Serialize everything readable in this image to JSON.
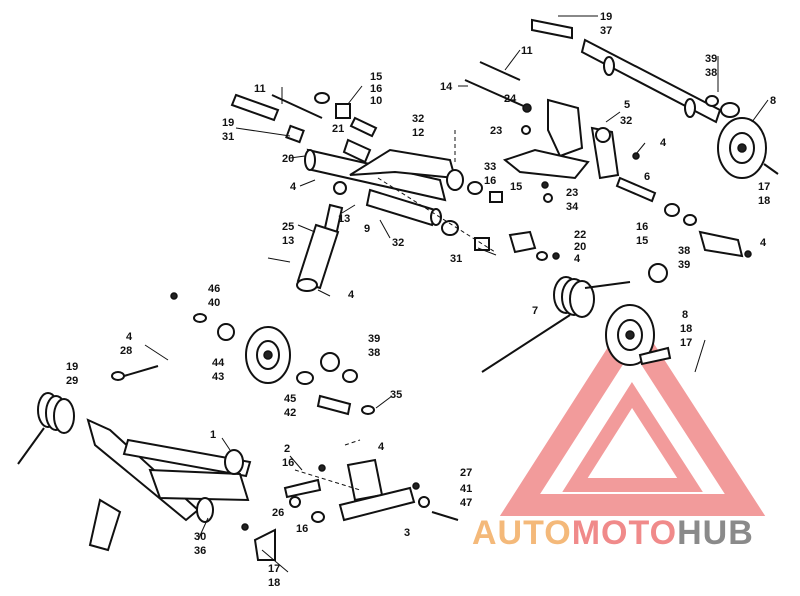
{
  "diagram": {
    "callouts": [
      {
        "id": "c-19-top",
        "text": "19"
      },
      {
        "id": "c-37-top",
        "text": "37"
      },
      {
        "id": "c-11-top",
        "text": "11"
      },
      {
        "id": "c-14",
        "text": "14"
      },
      {
        "id": "c-24",
        "text": "24"
      },
      {
        "id": "c-5",
        "text": "5"
      },
      {
        "id": "c-32-r",
        "text": "32"
      },
      {
        "id": "c-23-a",
        "text": "23"
      },
      {
        "id": "c-39-r",
        "text": "39"
      },
      {
        "id": "c-38-r",
        "text": "38"
      },
      {
        "id": "c-8-r",
        "text": "8"
      },
      {
        "id": "c-4-r",
        "text": "4"
      },
      {
        "id": "c-17-r",
        "text": "17"
      },
      {
        "id": "c-18-r",
        "text": "18"
      },
      {
        "id": "c-6",
        "text": "6"
      },
      {
        "id": "c-33",
        "text": "33"
      },
      {
        "id": "c-23-b",
        "text": "23"
      },
      {
        "id": "c-34",
        "text": "34"
      },
      {
        "id": "c-16-m",
        "text": "16"
      },
      {
        "id": "c-15-m",
        "text": "15"
      },
      {
        "id": "c-15-tl",
        "text": "15"
      },
      {
        "id": "c-16-tl",
        "text": "16"
      },
      {
        "id": "c-10",
        "text": "10"
      },
      {
        "id": "c-11-l",
        "text": "11"
      },
      {
        "id": "c-19-l",
        "text": "19"
      },
      {
        "id": "c-31-l",
        "text": "31"
      },
      {
        "id": "c-21",
        "text": "21"
      },
      {
        "id": "c-20-l",
        "text": "20"
      },
      {
        "id": "c-32-c",
        "text": "32"
      },
      {
        "id": "c-12",
        "text": "12"
      },
      {
        "id": "c-4-l",
        "text": "4"
      },
      {
        "id": "c-13-a",
        "text": "13"
      },
      {
        "id": "c-9",
        "text": "9"
      },
      {
        "id": "c-32-b",
        "text": "32"
      },
      {
        "id": "c-25",
        "text": "25"
      },
      {
        "id": "c-13-b",
        "text": "13"
      },
      {
        "id": "c-4-c",
        "text": "4"
      },
      {
        "id": "c-22",
        "text": "22"
      },
      {
        "id": "c-20-c",
        "text": "20"
      },
      {
        "id": "c-4-c2",
        "text": "4"
      },
      {
        "id": "c-31-c",
        "text": "31"
      },
      {
        "id": "c-16-r2",
        "text": "16"
      },
      {
        "id": "c-15-r2",
        "text": "15"
      },
      {
        "id": "c-4-r2",
        "text": "4"
      },
      {
        "id": "c-38-r2",
        "text": "38"
      },
      {
        "id": "c-39-r2",
        "text": "39"
      },
      {
        "id": "c-7",
        "text": "7"
      },
      {
        "id": "c-8-c",
        "text": "8"
      },
      {
        "id": "c-18-c",
        "text": "18"
      },
      {
        "id": "c-17-c",
        "text": "17"
      },
      {
        "id": "c-46",
        "text": "46"
      },
      {
        "id": "c-40",
        "text": "40"
      },
      {
        "id": "c-4-bl",
        "text": "4"
      },
      {
        "id": "c-28",
        "text": "28"
      },
      {
        "id": "c-39-bl",
        "text": "39"
      },
      {
        "id": "c-38-bl",
        "text": "38"
      },
      {
        "id": "c-44",
        "text": "44"
      },
      {
        "id": "c-43",
        "text": "43"
      },
      {
        "id": "c-45",
        "text": "45"
      },
      {
        "id": "c-42",
        "text": "42"
      },
      {
        "id": "c-35",
        "text": "35"
      },
      {
        "id": "c-19-bl",
        "text": "19"
      },
      {
        "id": "c-29",
        "text": "29"
      },
      {
        "id": "c-1",
        "text": "1"
      },
      {
        "id": "c-2",
        "text": "2"
      },
      {
        "id": "c-16-b",
        "text": "16"
      },
      {
        "id": "c-4-b",
        "text": "4"
      },
      {
        "id": "c-27",
        "text": "27"
      },
      {
        "id": "c-41",
        "text": "41"
      },
      {
        "id": "c-47",
        "text": "47"
      },
      {
        "id": "c-26",
        "text": "26"
      },
      {
        "id": "c-16-b2",
        "text": "16"
      },
      {
        "id": "c-3",
        "text": "3"
      },
      {
        "id": "c-30",
        "text": "30"
      },
      {
        "id": "c-36",
        "text": "36"
      },
      {
        "id": "c-17-b",
        "text": "17"
      },
      {
        "id": "c-18-b",
        "text": "18"
      }
    ]
  },
  "watermark": {
    "parts": [
      "AUTO",
      "MOTO",
      "HUB"
    ],
    "colors": {
      "auto": "#f4b97a",
      "moto": "#f08a8a",
      "hub": "#8a8a8a",
      "triangle": "#f08a8a"
    }
  }
}
